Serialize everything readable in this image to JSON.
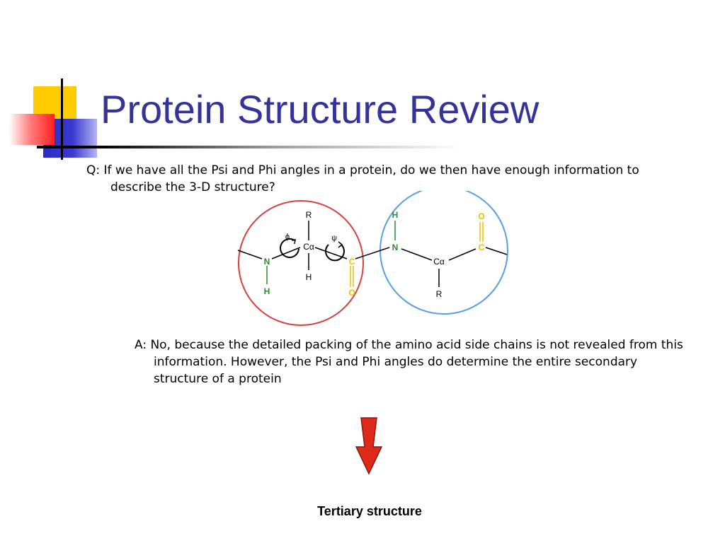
{
  "slide": {
    "title": "Protein Structure Review",
    "question": "Q: If we have all the Psi and Phi angles in a protein, do we then have enough information to describe the 3-D structure?",
    "answer": "A: No, because the detailed packing of the amino acid side chains is not revealed from this information. However, the Psi and Phi angles do determine the entire secondary structure of a protein",
    "caption": "Tertiary structure"
  },
  "diagram": {
    "left_residue": {
      "R": "R",
      "Ca": "Cα",
      "H": "H",
      "N": "N",
      "NH": "H",
      "C": "C",
      "O": "O",
      "phi": "ϕ",
      "psi": "ψ"
    },
    "right_residue": {
      "H": "H",
      "N": "N",
      "Ca": "Cα",
      "R": "R",
      "C": "C",
      "O": "O"
    }
  },
  "colors": {
    "title": "#333399",
    "accent_yellow": "#ffcc00",
    "accent_blue": "#2a2ac8",
    "accent_red": "#ff2020",
    "nitrogen_green": "#2e8b2e",
    "carbonyl_yellow": "#f0c000",
    "circle_red": "#d84040",
    "circle_blue": "#5aa0e0",
    "arrow_red": "#dd2a1a"
  }
}
